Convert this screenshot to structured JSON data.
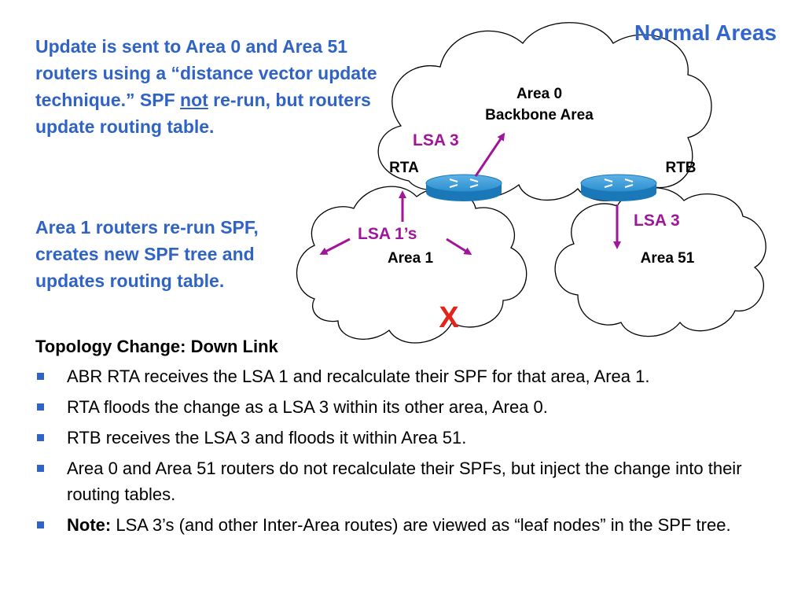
{
  "title": "Normal Areas",
  "note_top": {
    "part1": "Update is sent to Area 0 and Area 51 routers using a “distance vector update technique.” SPF ",
    "underlined": "not",
    "part2": " re-run, but routers update routing table."
  },
  "note_mid": "Area 1 routers re-run SPF, creates new SPF tree and updates routing table.",
  "diagram": {
    "area0_line1": "Area 0",
    "area0_line2": "Backbone Area",
    "area1": "Area 1",
    "area51": "Area 51",
    "rta": "RTA",
    "rtb": "RTB",
    "lsa3_rta": "LSA 3",
    "lsa3_rtb": "LSA 3",
    "lsa1s": "LSA 1’s",
    "down_mark": "X"
  },
  "colors": {
    "accent_blue": "#2f63c5",
    "lsa_purple": "#a0169a",
    "router_blue": "#1e86c8",
    "down_red": "#e0261b"
  },
  "heading": "Topology Change: Down Link",
  "bullets": [
    {
      "bold": "",
      "text": "ABR RTA receives the LSA 1 and recalculate their SPF for that area, Area 1."
    },
    {
      "bold": "",
      "text": "RTA floods the change as a LSA 3 within its other area, Area 0."
    },
    {
      "bold": "",
      "text": "RTB receives the LSA 3 and floods it within Area 51."
    },
    {
      "bold": "",
      "text": "Area 0 and Area 51 routers do not recalculate their SPFs, but inject the change into their routing tables."
    },
    {
      "bold": "Note:",
      "text": " LSA 3’s (and other Inter-Area routes) are viewed as “leaf nodes” in the SPF tree."
    }
  ]
}
